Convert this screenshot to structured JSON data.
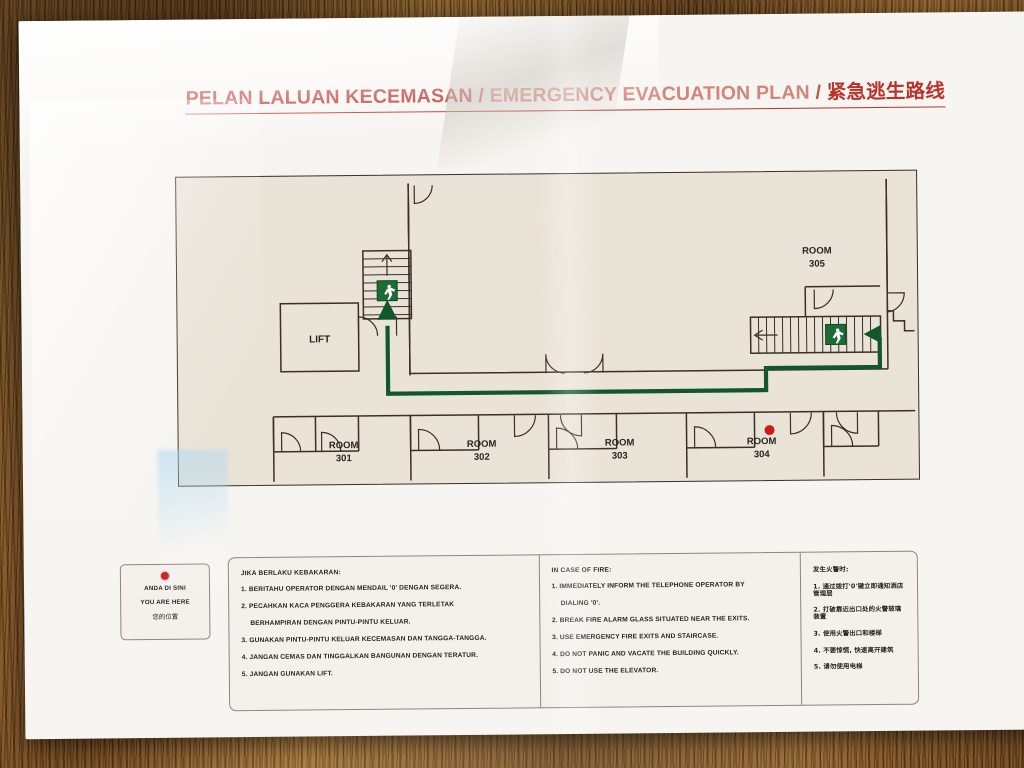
{
  "title": {
    "malay": "PELAN LALUAN KECEMASAN",
    "english": "EMERGENCY EVACUATION PLAN",
    "chinese": "紧急逃生路线",
    "separator": "/",
    "color": "#b8342a"
  },
  "plan": {
    "lift_label": "LIFT",
    "rooms": [
      {
        "name": "ROOM",
        "number": "301"
      },
      {
        "name": "ROOM",
        "number": "302"
      },
      {
        "name": "ROOM",
        "number": "303"
      },
      {
        "name": "ROOM",
        "number": "304"
      },
      {
        "name": "ROOM",
        "number": "305"
      }
    ],
    "route_color": "#11572b",
    "exit_icon_color": "#11572b",
    "you_are_here_color": "#cc1b1b",
    "exit_icons": 2,
    "staircases": 2
  },
  "legend": {
    "malay": "ANDA DI SINI",
    "english": "YOU ARE HERE",
    "chinese": "您的位置",
    "dot_color": "#cc1b1b"
  },
  "instructions": {
    "malay": {
      "heading": "JIKA BERLAKU KEBAKARAN:",
      "items": [
        "1. BERITAHU OPERATOR DENGAN MENDAIL '0' DENGAN SEGERA.",
        "2. PECAHKAN KACA PENGGERA KEBAKARAN YANG TERLETAK",
        "BERHAMPIRAN DENGAN PINTU-PINTU KELUAR.",
        "3. GUNAKAN PINTU-PINTU KELUAR KECEMASAN DAN TANGGA-TANGGA.",
        "4. JANGAN CEMAS DAN TINGGALKAN BANGUNAN DENGAN TERATUR.",
        "5. JANGAN GUNAKAN LIFT."
      ]
    },
    "english": {
      "heading": "IN CASE OF FIRE:",
      "items": [
        "1. IMMEDIATELY INFORM THE TELEPHONE OPERATOR BY",
        "DIALING '0'.",
        "2. BREAK FIRE ALARM GLASS SITUATED NEAR THE EXITS.",
        "3. USE EMERGENCY FIRE EXITS AND STAIRCASE.",
        "4. DO NOT PANIC AND VACATE THE BUILDING QUICKLY.",
        "5. DO NOT USE THE ELEVATOR."
      ]
    },
    "chinese": {
      "heading": "发生火警时:",
      "items": [
        "1. 通过拨打'0'键立即通知酒店管理层",
        "2. 打破靠近出口处的火警玻璃装置",
        "3. 使用火警出口和楼梯",
        "4. 不要惊慌, 快速离开建筑",
        "5. 请勿使用电梯"
      ]
    }
  }
}
